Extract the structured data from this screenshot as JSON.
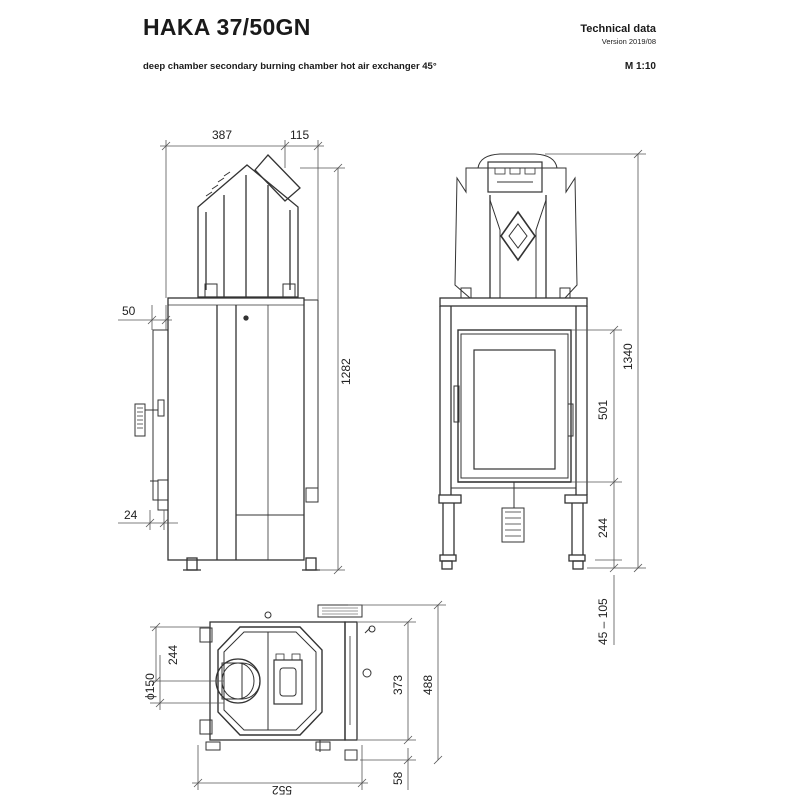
{
  "header": {
    "title": "HAKA 37/50GN",
    "subtitle": "deep chamber secondary burning chamber hot air exchanger 45°",
    "tech_label": "Technical data",
    "version": "Version 2019/08",
    "scale": "M 1:10"
  },
  "side_view": {
    "dims": {
      "width_body": "387",
      "width_outlet": "115",
      "height_total": "1282",
      "door_offset": "50",
      "leg_offset": "24"
    }
  },
  "front_view": {
    "dims": {
      "height_total": "1340",
      "door_height": "501",
      "door_bottom": "244",
      "legs_range": "45 – 105"
    }
  },
  "top_view": {
    "dims": {
      "offset_top": "244",
      "diameter": "ϕ150",
      "depth_inner": "373",
      "depth_total": "488",
      "bottom_offset": "58",
      "width_total": "552"
    }
  },
  "colors": {
    "line": "#333333",
    "dim_line": "#555555",
    "glass": "#ffffff"
  }
}
